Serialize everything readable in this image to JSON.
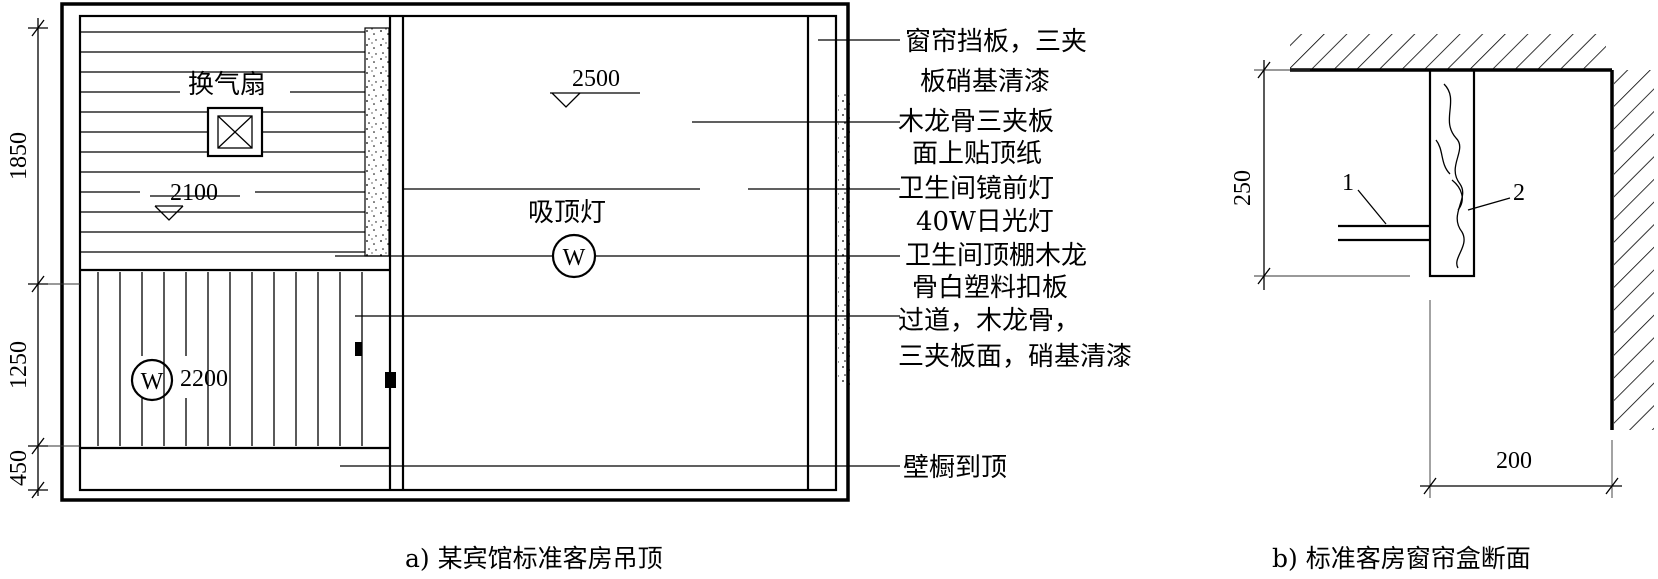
{
  "plan": {
    "labels": {
      "fan": "换气扇",
      "level_2500": "2500",
      "level_2100": "2100",
      "level_2200": "2200",
      "ceiling_lamp": "吸顶灯",
      "lamp_symbol": "W"
    },
    "dimensions": [
      "1850",
      "1250",
      "450"
    ],
    "callouts": [
      {
        "line1": "窗帘挡板，三夹",
        "line2": "板硝基清漆"
      },
      {
        "line1": "木龙骨三夹板",
        "line2": "面上贴顶纸"
      },
      {
        "line1": "卫生间镜前灯",
        "line2": "40W日光灯"
      },
      {
        "line1": "卫生间顶棚木龙",
        "line2": "骨白塑料扣板"
      },
      {
        "line1": "过道，木龙骨，",
        "line2": "三夹板面，硝基清漆"
      },
      {
        "line1": "壁橱到顶",
        "line2": ""
      }
    ],
    "caption": "a) 某宾馆标准客房吊顶"
  },
  "section": {
    "dim_height": "250",
    "dim_width": "200",
    "item_1": "1",
    "item_2": "2",
    "caption": "b) 标准客房窗帘盒断面"
  }
}
